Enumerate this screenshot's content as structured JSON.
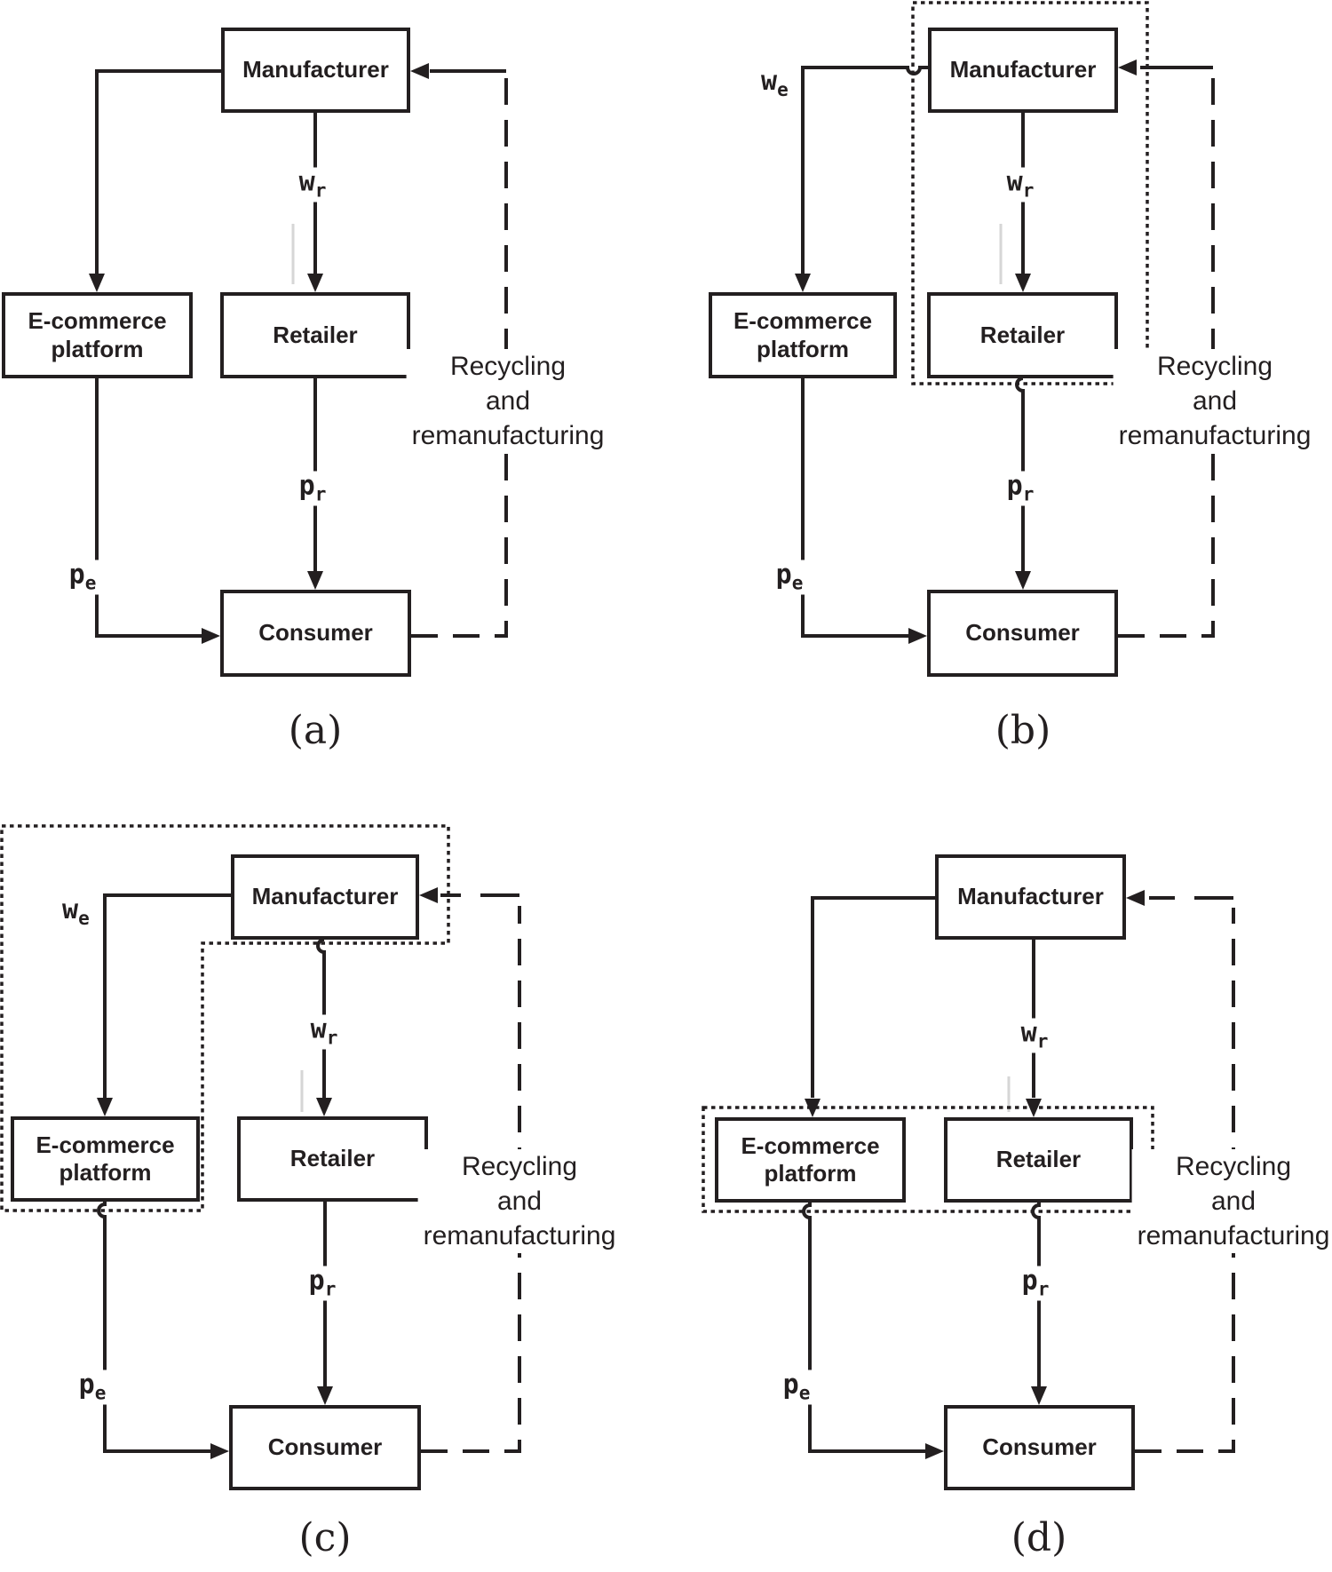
{
  "figure": {
    "colors": {
      "ink": "#231f20",
      "background": "#ffffff",
      "artifact_gray": "#d6d6d6"
    },
    "panels": [
      {
        "id": "a",
        "caption": "(a)",
        "nodes": {
          "manufacturer": "Manufacturer",
          "platform": "E-commerce platform",
          "retailer": "Retailer",
          "consumer": "Consumer"
        },
        "labels": {
          "wr": {
            "base": "w",
            "sub": "r"
          },
          "pr": {
            "base": "p",
            "sub": "r"
          },
          "pe": {
            "base": "p",
            "sub": "e"
          }
        },
        "recycling": [
          "Recycling",
          "and",
          "remanufacturing"
        ]
      },
      {
        "id": "b",
        "caption": "(b)",
        "nodes": {
          "manufacturer": "Manufacturer",
          "platform": "E-commerce platform",
          "retailer": "Retailer",
          "consumer": "Consumer"
        },
        "labels": {
          "we": {
            "base": "w",
            "sub": "e"
          },
          "wr": {
            "base": "w",
            "sub": "r"
          },
          "pr": {
            "base": "p",
            "sub": "r"
          },
          "pe": {
            "base": "p",
            "sub": "e"
          }
        },
        "recycling": [
          "Recycling",
          "and",
          "remanufacturing"
        ]
      },
      {
        "id": "c",
        "caption": "(c)",
        "nodes": {
          "manufacturer": "Manufacturer",
          "platform": "E-commerce platform",
          "retailer": "Retailer",
          "consumer": "Consumer"
        },
        "labels": {
          "we": {
            "base": "w",
            "sub": "e"
          },
          "wr": {
            "base": "w",
            "sub": "r"
          },
          "pr": {
            "base": "p",
            "sub": "r"
          },
          "pe": {
            "base": "p",
            "sub": "e"
          }
        },
        "recycling": [
          "Recycling",
          "and",
          "remanufacturing"
        ]
      },
      {
        "id": "d",
        "caption": "(d)",
        "nodes": {
          "manufacturer": "Manufacturer",
          "platform": "E-commerce platform",
          "retailer": "Retailer",
          "consumer": "Consumer"
        },
        "labels": {
          "wr": {
            "base": "w",
            "sub": "r"
          },
          "pr": {
            "base": "p",
            "sub": "r"
          },
          "pe": {
            "base": "p",
            "sub": "e"
          }
        },
        "recycling": [
          "Recycling",
          "and",
          "remanufacturing"
        ]
      }
    ]
  }
}
